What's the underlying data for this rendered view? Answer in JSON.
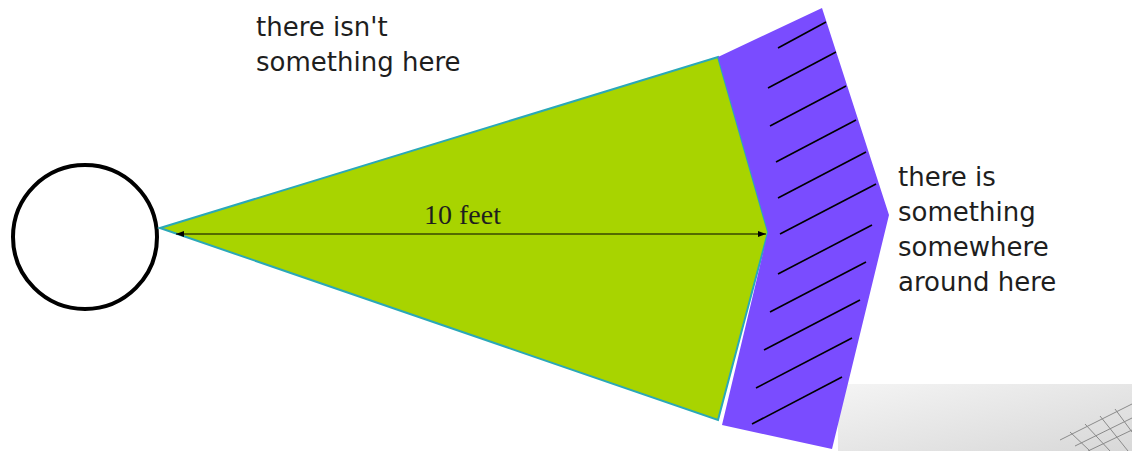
{
  "diagram": {
    "labels": [
      "there isn't something here",
      "10 feet",
      "there is something somewhere around here"
    ]
  }
}
